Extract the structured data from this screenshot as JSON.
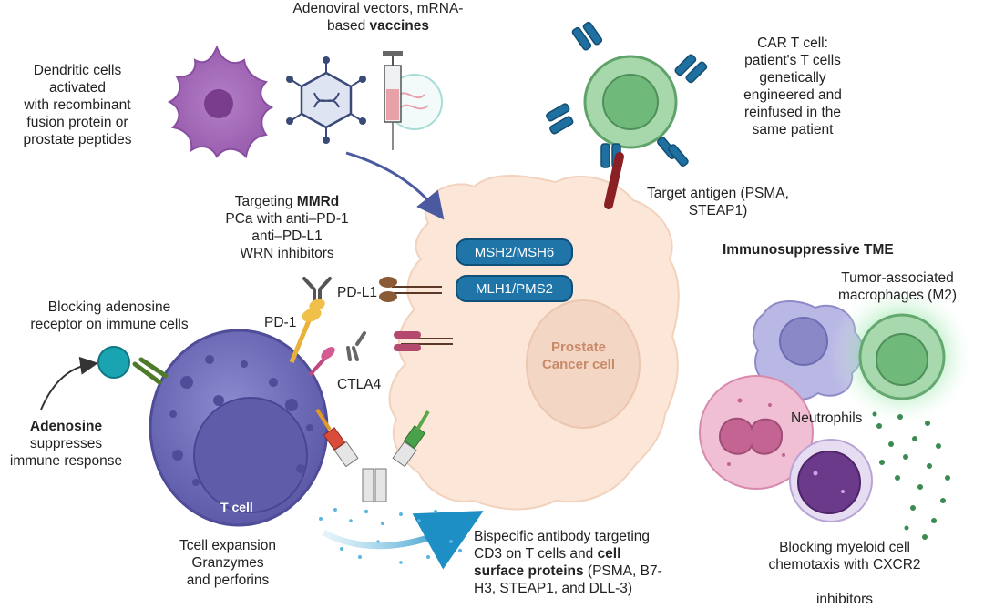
{
  "labels": {
    "dendritic": "Dendritic cells\nactivated\nwith recombinant\nfusion protein or\nprostate peptides",
    "vaccines_pre": "Adenoviral vectors, mRNA-\nbased ",
    "vaccines_bold": "vaccines",
    "cart": "CAR T cell:\npatient's T cells\ngenetically\nengineered and\nreinfused in the\nsame patient",
    "target_antigen": "Target antigen (PSMA,\nSTEAP1)",
    "mmrd_pre": "Targeting ",
    "mmrd_bold": "MMRd",
    "mmrd_rest": "\nPCa with anti–PD-1\nanti–PD-L1\nWRN inhibitors",
    "msh": "MSH2/MSH6",
    "mlh": "MLH1/PMS2",
    "pdl1": "PD-L1",
    "pd1": "PD-1",
    "ctla4": "CTLA4",
    "adenosine_block": "Blocking adenosine\nreceptor on immune cells",
    "adenosine_bold": "Adenosine",
    "adenosine_rest": "\nsuppresses\nimmune response",
    "prostate_cell": "Prostate\nCancer cell",
    "tcell": "T cell",
    "tme": "Immunosuppressive TME",
    "tam": "Tumor-associated\nmacrophages (M2)",
    "neutrophils": "Neutrophils",
    "tcell_expansion": "Tcell expansion\nGranzymes\nand perforins",
    "bispecific_pre": "Bispecific antibody targeting\nCD3 on T cells and ",
    "bispecific_bold": "cell\nsurface proteins",
    "bispecific_rest": " (PSMA, B7-\nH3, STEAP1, and DLL-3)",
    "myeloid": "Blocking myeloid cell\nchemotaxis with CXCR2\n\ninhibitors"
  },
  "colors": {
    "tcell": "#6e6cb4",
    "cancer_cell": "#fbe6d8",
    "pill": "#1f74a8",
    "car_t": "#9fd3a5",
    "dendritic": "#a56bb7",
    "neutrophil": "#e7a2c0",
    "arrow": "#4b5aa0"
  }
}
